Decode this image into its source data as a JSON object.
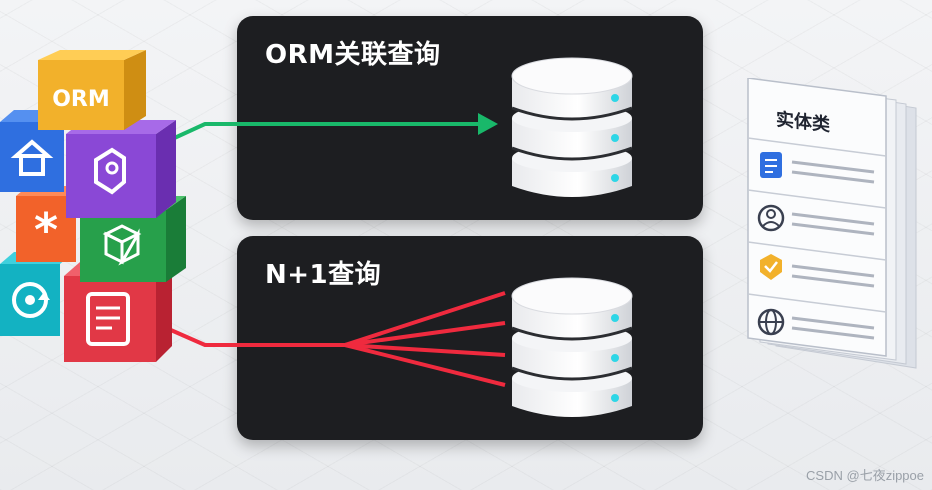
{
  "panels": [
    {
      "title": "ORM关联查询",
      "connection_count": 1,
      "line_color": "#19b86a"
    },
    {
      "title": "N+1查询",
      "connection_count": 4,
      "line_color": "#ef2a3e"
    }
  ],
  "cubes": {
    "label": "ORM",
    "items": [
      {
        "icon": "orm-label",
        "color": "#f2b12b"
      },
      {
        "icon": "home-icon",
        "color": "#2f6fe0"
      },
      {
        "icon": "map-pin-icon",
        "color": "#8a48d6"
      },
      {
        "icon": "asterisk-icon",
        "color": "#f2622a"
      },
      {
        "icon": "box-icon",
        "color": "#27a04b"
      },
      {
        "icon": "sync-icon",
        "color": "#13b2c2"
      },
      {
        "icon": "document-icon",
        "color": "#e13846"
      }
    ]
  },
  "entity_doc": {
    "title": "实体类",
    "rows": [
      {
        "icon": "document-icon",
        "color": "#2f6fe0"
      },
      {
        "icon": "user-icon",
        "color": "#3a4050"
      },
      {
        "icon": "shield-check-icon",
        "color": "#f2b12b"
      },
      {
        "icon": "globe-icon",
        "color": "#3a4050"
      }
    ]
  },
  "watermark": "CSDN @七夜zippoe"
}
